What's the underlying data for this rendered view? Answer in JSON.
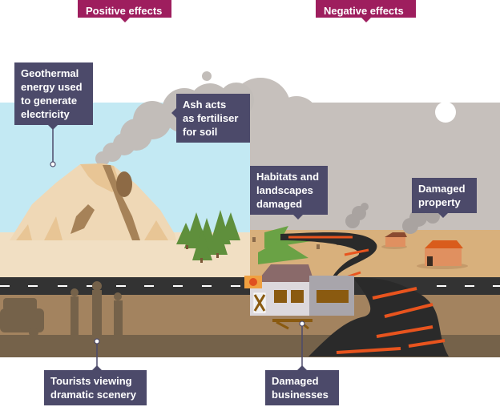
{
  "headers": {
    "positive": "Positive effects",
    "negative": "Negative effects"
  },
  "labels": {
    "geothermal": [
      "Geothermal",
      "energy used",
      "to generate",
      "electricity"
    ],
    "ash": [
      "Ash acts",
      "as fertiliser",
      "for soil"
    ],
    "habitats": [
      "Habitats and",
      "landscapes",
      "damaged"
    ],
    "property": [
      "Damaged",
      "property"
    ],
    "tourists": [
      "Tourists viewing",
      "dramatic scenery"
    ],
    "businesses": [
      "Damaged",
      "businesses"
    ]
  },
  "colors": {
    "header_bg": "#9e1e5e",
    "label_bg": "#4c4a6a",
    "sky_positive": "#c3e9f3",
    "sky_negative": "#c6c0bc",
    "ground_positive": "#f1dfc3",
    "ground_negative": "#d8b07c",
    "road": "#333333",
    "verge": "#a3835f",
    "lower_verge": "#75624a",
    "lava": "#e8541e",
    "lava_rock": "#2a2a2a"
  }
}
